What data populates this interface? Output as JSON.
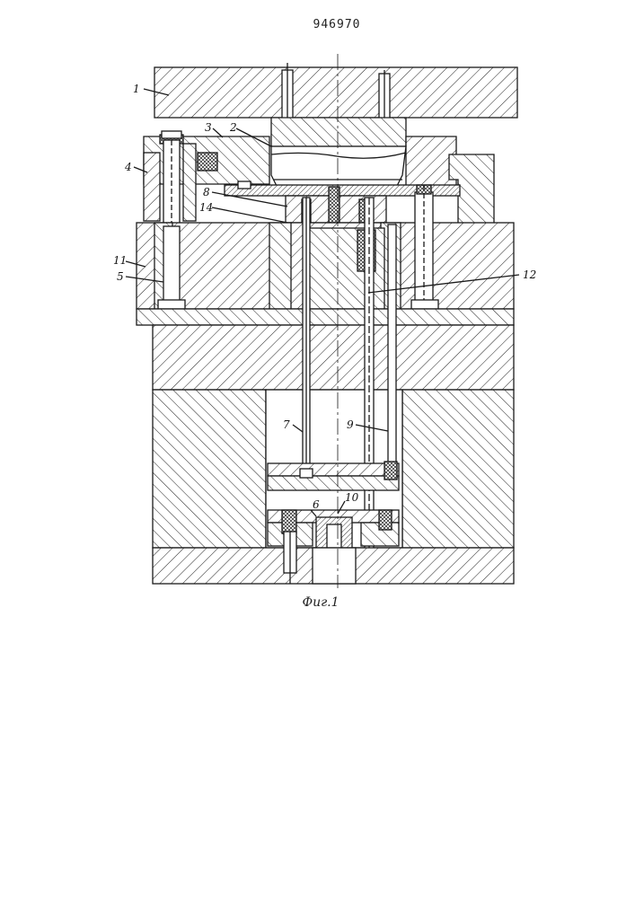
{
  "document": {
    "number": "946970",
    "caption": "Фиг.1"
  },
  "labels": {
    "l1": "1",
    "l2": "2",
    "l3": "3",
    "l4": "4",
    "l5": "5",
    "l6": "6",
    "l7": "7",
    "l8": "8",
    "l9": "9",
    "l10": "10",
    "l11": "11",
    "l12": "12",
    "l14": "14"
  },
  "colors": {
    "ink": "#1a1a1a",
    "paper": "#ffffff"
  }
}
